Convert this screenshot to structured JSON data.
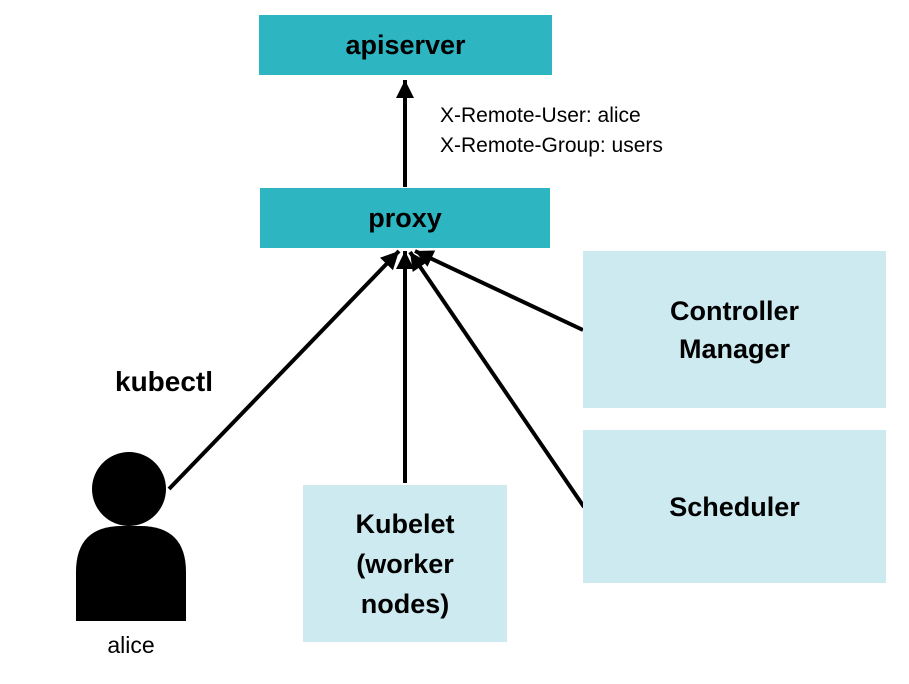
{
  "diagram": {
    "title": "authenticating proxy flow",
    "colors": {
      "teal": "#2db5c2",
      "light_blue": "#cdeaf0",
      "line": "#000000",
      "background": "#ffffff",
      "text": "#000000"
    },
    "nodes": {
      "apiserver": {
        "label": "apiserver",
        "fill": "#2db5c2"
      },
      "proxy": {
        "label": "proxy",
        "fill": "#2db5c2"
      },
      "controller_manager": {
        "lines": [
          "Controller",
          "Manager"
        ],
        "fill": "#cdeaf0"
      },
      "scheduler": {
        "label": "Scheduler",
        "fill": "#cdeaf0"
      },
      "kubelet": {
        "lines": [
          "Kubelet",
          "(worker",
          "nodes)"
        ],
        "fill": "#cdeaf0"
      }
    },
    "labels": {
      "headers": {
        "lines": [
          "X-Remote-User: alice",
          "X-Remote-Group: users"
        ]
      },
      "kubectl": "kubectl",
      "alice": "alice"
    },
    "edges": [
      {
        "name": "proxy-to-apiserver",
        "from": "proxy",
        "to": "apiserver"
      },
      {
        "name": "kubectl-alice-to-proxy",
        "from": "alice",
        "to": "proxy"
      },
      {
        "name": "kubelet-to-proxy",
        "from": "kubelet",
        "to": "proxy"
      },
      {
        "name": "scheduler-to-proxy",
        "from": "scheduler",
        "to": "proxy"
      },
      {
        "name": "controller-manager-to-proxy",
        "from": "controller_manager",
        "to": "proxy"
      }
    ]
  }
}
